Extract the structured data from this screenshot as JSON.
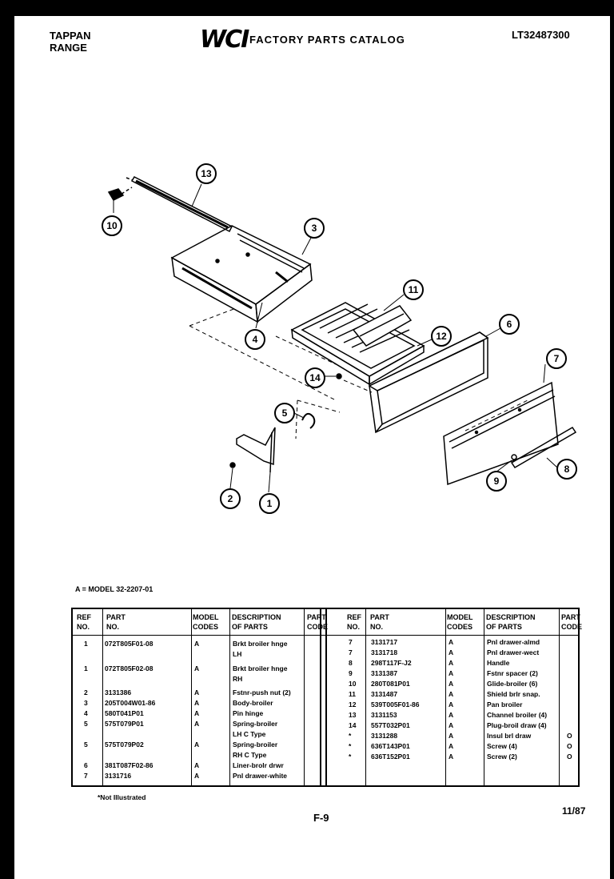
{
  "header": {
    "brand_line1": "TAPPAN",
    "brand_line2": "RANGE",
    "logo": "WCI",
    "catalog_title": "FACTORY PARTS CATALOG",
    "catalog_number": "LT32487300"
  },
  "diagram": {
    "callouts": [
      "13",
      "10",
      "3",
      "4",
      "11",
      "12",
      "6",
      "14",
      "7",
      "5",
      "9",
      "8",
      "2",
      "1"
    ]
  },
  "model_note": "A = MODEL 32-2207-01",
  "table": {
    "headers": {
      "ref": [
        "REF",
        "NO."
      ],
      "part": [
        "PART",
        "NO."
      ],
      "model": [
        "MODEL",
        "CODES"
      ],
      "desc": [
        "DESCRIPTION",
        "OF PARTS"
      ],
      "code": [
        "PART",
        "CODE"
      ]
    },
    "left_rows": [
      {
        "ref": "1",
        "part": "072T805F01-08",
        "model": "A",
        "desc": "Brkt broiler hnge",
        "code": ""
      },
      {
        "ref": "",
        "part": "",
        "model": "",
        "desc": "LH",
        "code": ""
      },
      {
        "ref": "1",
        "part": "072T805F02-08",
        "model": "A",
        "desc": "Brkt broiler hnge",
        "code": ""
      },
      {
        "ref": "",
        "part": "",
        "model": "",
        "desc": "RH",
        "code": ""
      },
      {
        "ref": "2",
        "part": "3131386",
        "model": "A",
        "desc": "Fstnr-push nut (2)",
        "code": ""
      },
      {
        "ref": "3",
        "part": "205T004W01-86",
        "model": "A",
        "desc": "Body-broiler",
        "code": ""
      },
      {
        "ref": "4",
        "part": "580T041P01",
        "model": "A",
        "desc": "Pin hinge",
        "code": ""
      },
      {
        "ref": "5",
        "part": "575T079P01",
        "model": "A",
        "desc": "Spring-broiler",
        "code": ""
      },
      {
        "ref": "",
        "part": "",
        "model": "",
        "desc": "LH C Type",
        "code": ""
      },
      {
        "ref": "5",
        "part": "575T079P02",
        "model": "A",
        "desc": "Spring-broiler",
        "code": ""
      },
      {
        "ref": "",
        "part": "",
        "model": "",
        "desc": "RH C Type",
        "code": ""
      },
      {
        "ref": "6",
        "part": "381T087F02-86",
        "model": "A",
        "desc": "Liner-brolr drwr",
        "code": ""
      },
      {
        "ref": "7",
        "part": "3131716",
        "model": "A",
        "desc": "Pnl drawer-white",
        "code": ""
      }
    ],
    "right_rows": [
      {
        "ref": "7",
        "part": "3131717",
        "model": "A",
        "desc": "Pnl drawer-almd",
        "code": ""
      },
      {
        "ref": "7",
        "part": "3131718",
        "model": "A",
        "desc": "Pnl drawer-wect",
        "code": ""
      },
      {
        "ref": "8",
        "part": "298T117F-J2",
        "model": "A",
        "desc": "Handle",
        "code": ""
      },
      {
        "ref": "9",
        "part": "3131387",
        "model": "A",
        "desc": "Fstnr spacer (2)",
        "code": ""
      },
      {
        "ref": "10",
        "part": "280T081P01",
        "model": "A",
        "desc": "Glide-broiler (6)",
        "code": ""
      },
      {
        "ref": "11",
        "part": "3131487",
        "model": "A",
        "desc": "Shield brlr snap.",
        "code": ""
      },
      {
        "ref": "12",
        "part": "539T005F01-86",
        "model": "A",
        "desc": "Pan broiler",
        "code": ""
      },
      {
        "ref": "13",
        "part": "3131153",
        "model": "A",
        "desc": "Channel broiler (4)",
        "code": ""
      },
      {
        "ref": "14",
        "part": "557T032P01",
        "model": "A",
        "desc": "Plug-broil draw (4)",
        "code": ""
      },
      {
        "ref": "*",
        "part": "3131288",
        "model": "A",
        "desc": "Insul brl draw",
        "code": "O"
      },
      {
        "ref": "*",
        "part": "636T143P01",
        "model": "A",
        "desc": "Screw (4)",
        "code": "O"
      },
      {
        "ref": "*",
        "part": "636T152P01",
        "model": "A",
        "desc": "Screw (2)",
        "code": "O"
      }
    ]
  },
  "footnote": "*Not Illustrated",
  "page_number": "F-9",
  "date": "11/87"
}
